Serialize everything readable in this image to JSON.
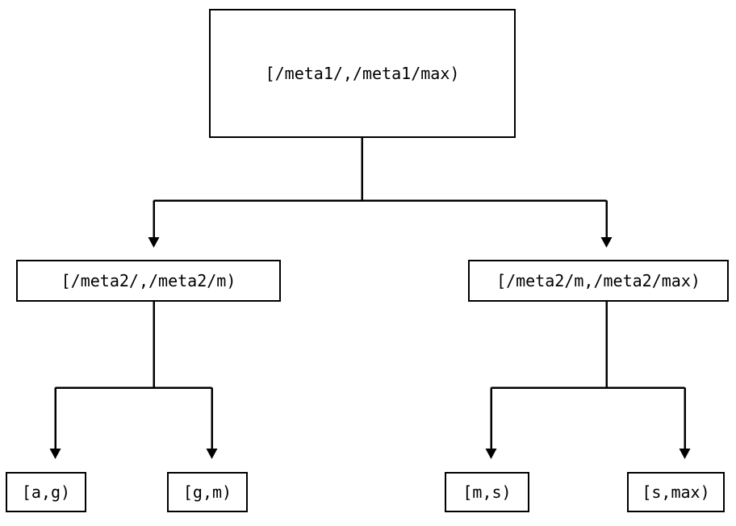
{
  "diagram": {
    "type": "tree",
    "orientation": "top-down",
    "background_color": "#ffffff",
    "line_color": "#000000",
    "text_color": "#000000",
    "nodes": {
      "root": {
        "label": "[/meta1/,/meta1/max)"
      },
      "mid_left": {
        "label": "[/meta2/,/meta2/m)"
      },
      "mid_right": {
        "label": "[/meta2/m,/meta2/max)"
      },
      "leaf_1": {
        "label": "[a,g)"
      },
      "leaf_2": {
        "label": "[g,m)"
      },
      "leaf_3": {
        "label": "[m,s)"
      },
      "leaf_4": {
        "label": "[s,max)"
      }
    },
    "edges": [
      {
        "from": "root",
        "to": "mid_left",
        "arrow": "triangle-down"
      },
      {
        "from": "root",
        "to": "mid_right",
        "arrow": "triangle-down"
      },
      {
        "from": "mid_left",
        "to": "leaf_1",
        "arrow": "triangle-down"
      },
      {
        "from": "mid_left",
        "to": "leaf_2",
        "arrow": "triangle-down"
      },
      {
        "from": "mid_right",
        "to": "leaf_3",
        "arrow": "triangle-down"
      },
      {
        "from": "mid_right",
        "to": "leaf_4",
        "arrow": "triangle-down"
      }
    ]
  }
}
